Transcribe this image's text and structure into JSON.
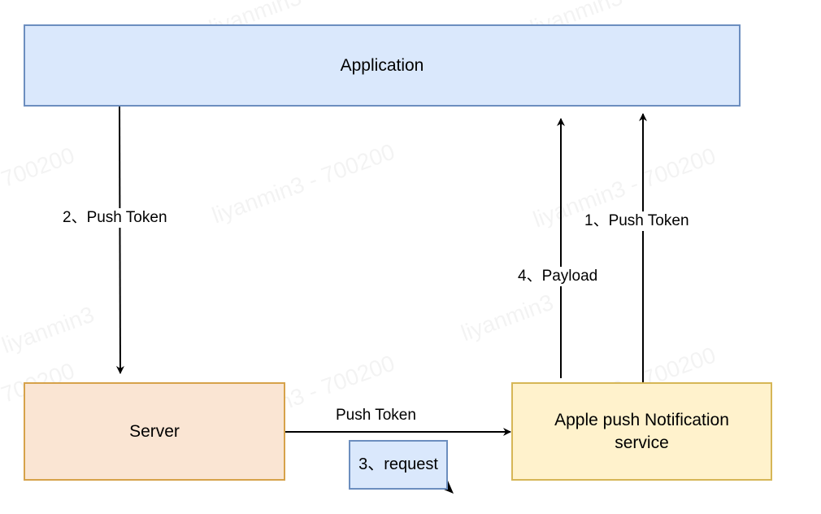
{
  "nodes": {
    "application": "Application",
    "server": "Server",
    "apns": "Apple push Notification service",
    "request": "3、request"
  },
  "edges": {
    "push_token_to_server": "2、Push Token",
    "push_token_to_app": "1、Push Token",
    "payload_to_app": "4、Payload",
    "server_to_apns": "Push Token"
  },
  "watermarks": [
    "liyanmin3",
    "700200",
    "liyanmin3 - 700200"
  ],
  "colors": {
    "application_fill": "#dae8fc",
    "application_stroke": "#6c8ebf",
    "server_fill": "#fae5d3",
    "server_stroke": "#d6a24a",
    "apns_fill": "#fff2cc",
    "apns_stroke": "#d6b656",
    "request_fill": "#dae8fc",
    "request_stroke": "#6c8ebf"
  },
  "icons": {
    "arrowhead": "arrowhead-icon"
  }
}
